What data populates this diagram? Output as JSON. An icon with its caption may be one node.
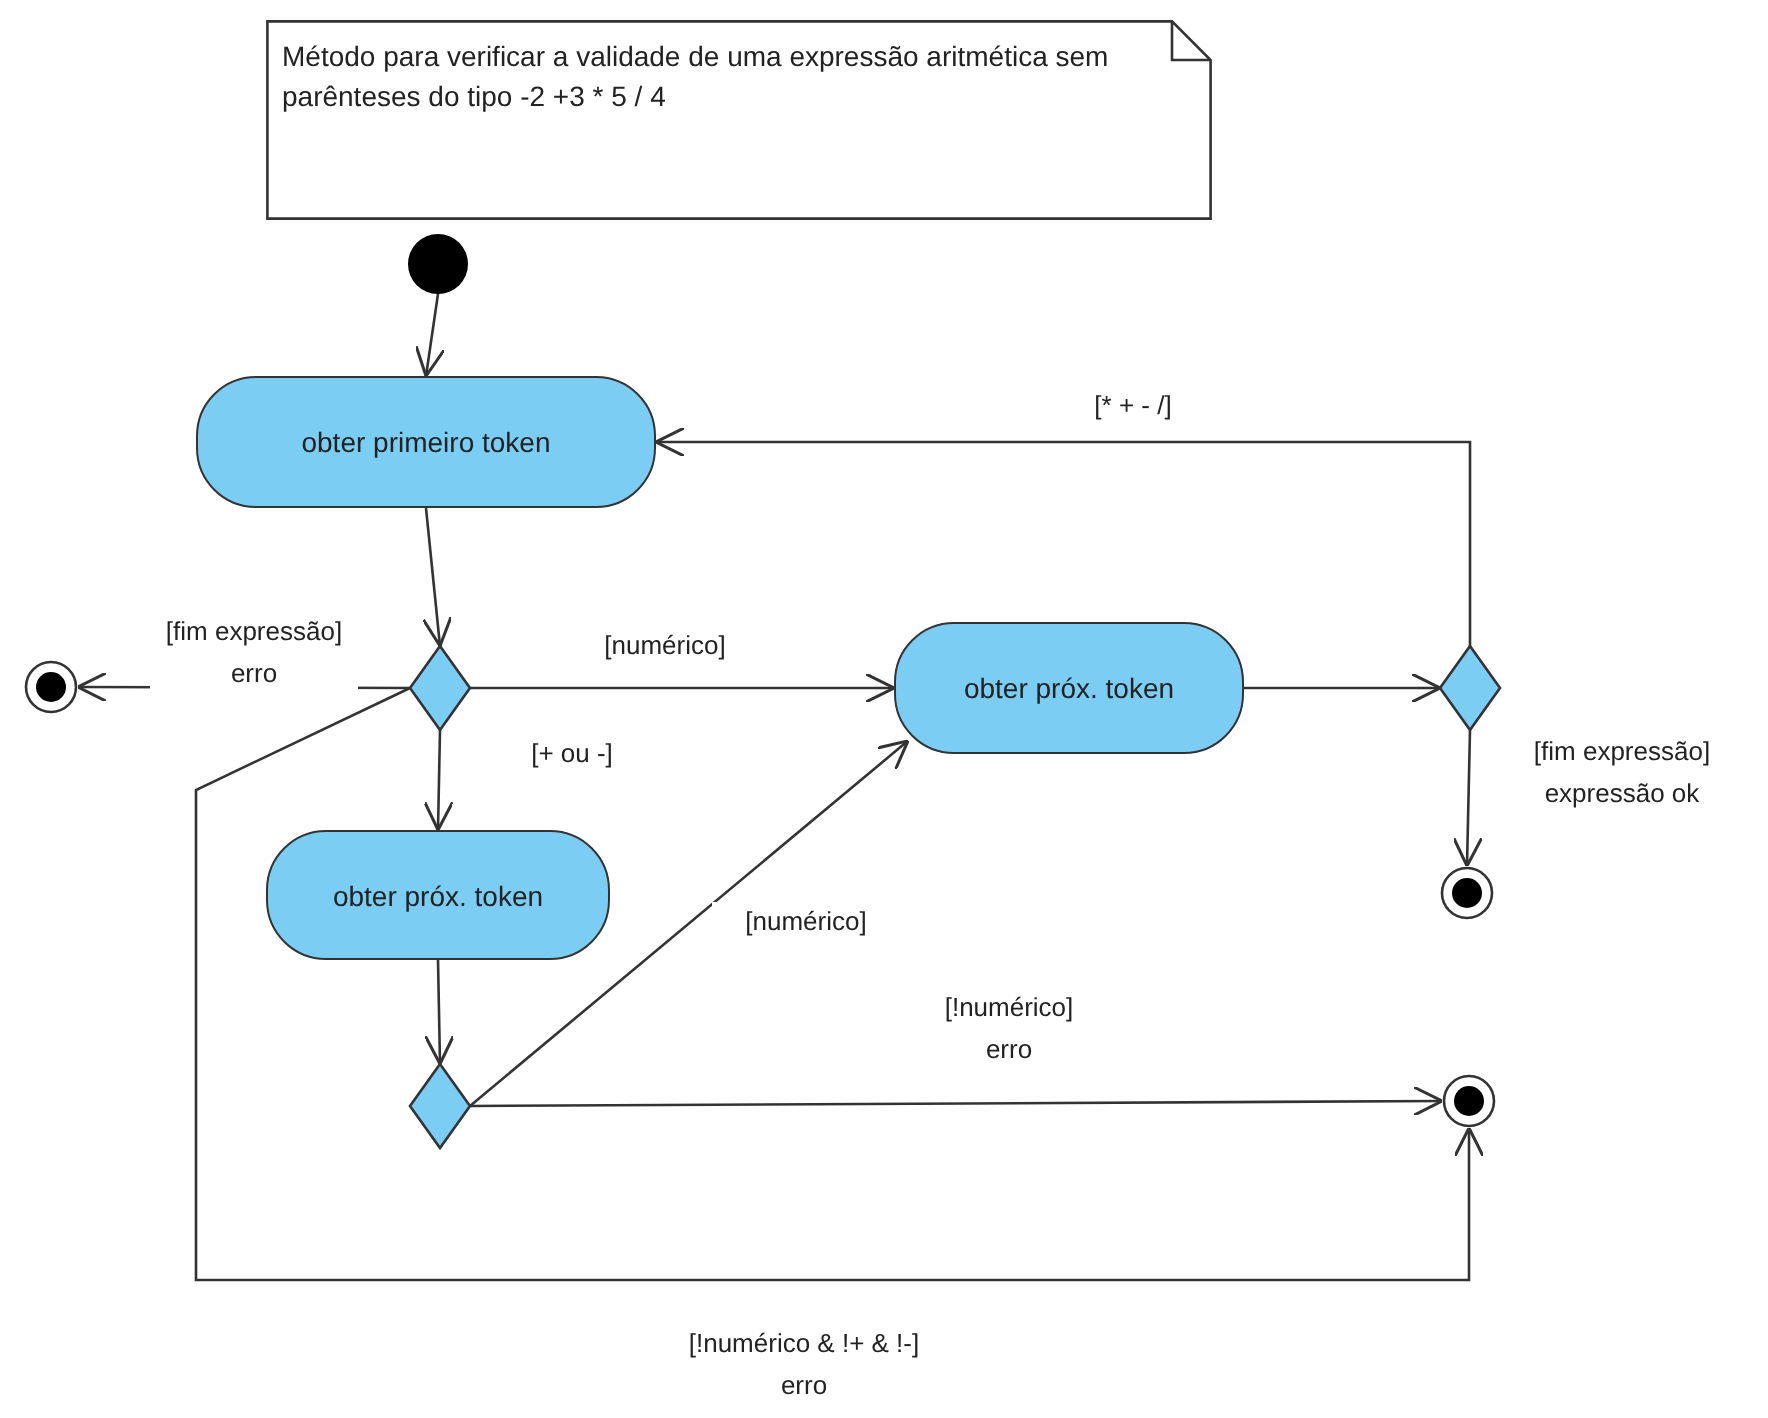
{
  "diagram": {
    "nodes": [
      {
        "text": [
          "Método para verificar a validade de uma expressão aritmética sem parênteses do tipo -2 +3 * 5 / 4"
        ]
      },
      {
        "text": [],
        "shape": "circle"
      },
      {
        "text": [
          "obter primeiro token"
        ]
      },
      {
        "text": [],
        "shape": "diamond"
      },
      {
        "text": [],
        "shape": "bullseye"
      },
      {
        "text": [
          "obter próx. token"
        ]
      },
      {
        "text": [],
        "shape": "diamond"
      },
      {
        "text": [],
        "shape": "bullseye"
      },
      {
        "text": [
          "obter próx. token"
        ]
      },
      {
        "text": [],
        "shape": "diamond"
      },
      {
        "text": [],
        "shape": "bullseye"
      }
    ],
    "edges": [
      {
        "from": 1,
        "to": 2,
        "arrow": "to"
      },
      {
        "from": 2,
        "to": 3,
        "arrow": "to"
      },
      {
        "from": 3,
        "to": 4,
        "arrow": "to",
        "label": "[fim expressão] erro"
      },
      {
        "from": 3,
        "to": 5,
        "arrow": "to",
        "label": "[numérico]"
      },
      {
        "from": 3,
        "to": 8,
        "arrow": "to",
        "label": "[+ ou -]"
      },
      {
        "from": 3,
        "to": 10,
        "arrow": "to",
        "label": "[!numérico & !+ & !-] erro"
      },
      {
        "from": 5,
        "to": 6,
        "arrow": "to"
      },
      {
        "from": 6,
        "to": 2,
        "arrow": "to",
        "label": "[* + - /]"
      },
      {
        "from": 6,
        "to": 7,
        "arrow": "to",
        "label": "[fim expressão] expressão ok"
      },
      {
        "from": 8,
        "to": 9,
        "arrow": "to"
      },
      {
        "from": 9,
        "to": 5,
        "arrow": "to",
        "label": "[numérico]"
      },
      {
        "from": 9,
        "to": 10,
        "arrow": "to",
        "label": "[!numérico] erro"
      }
    ]
  }
}
